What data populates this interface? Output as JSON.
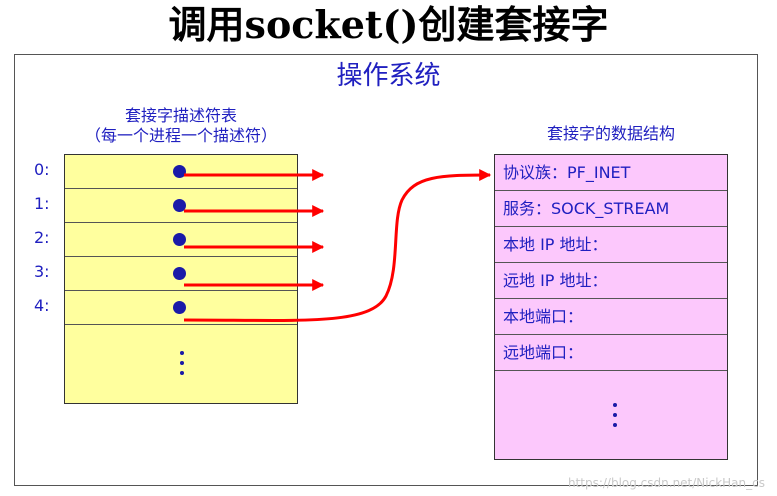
{
  "title": "调用socket()创建套接字",
  "os_label": "操作系统",
  "left_table": {
    "caption_line1": "套接字描述符表",
    "caption_line2": "（每一个进程一个描述符）",
    "indices": [
      "0:",
      "1:",
      "2:",
      "3:",
      "4:"
    ]
  },
  "right_table": {
    "caption": "套接字的数据结构",
    "rows": [
      "协议族：PF_INET",
      "服务：SOCK_STREAM",
      "本地 IP 地址：",
      "远地 IP 地址：",
      "本地端口：",
      "远地端口："
    ]
  },
  "watermark": "https://blog.csdn.net/NickHan_cs",
  "colors": {
    "text_blue": "#2020c0",
    "left_fill": "#ffff9e",
    "right_fill": "#fcc8fc",
    "arrow": "#ff0000",
    "dot": "#1a1aa8"
  }
}
